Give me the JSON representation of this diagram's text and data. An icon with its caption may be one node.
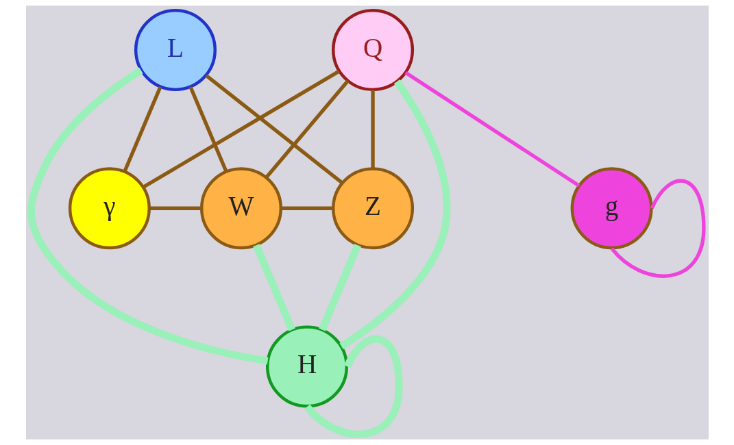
{
  "diagram": {
    "nodes": [
      {
        "text": [
          "L"
        ]
      },
      {
        "text": [
          "Q"
        ]
      },
      {
        "text": [
          "γ"
        ]
      },
      {
        "text": [
          "W"
        ]
      },
      {
        "text": [
          "Z"
        ]
      },
      {
        "text": [
          "g"
        ]
      },
      {
        "text": [
          "H"
        ]
      }
    ],
    "edges": [
      {
        "from": 0,
        "to": 2,
        "arrow": "none"
      },
      {
        "from": 0,
        "to": 3,
        "arrow": "none"
      },
      {
        "from": 0,
        "to": 4,
        "arrow": "none"
      },
      {
        "from": 1,
        "to": 2,
        "arrow": "none"
      },
      {
        "from": 1,
        "to": 3,
        "arrow": "none"
      },
      {
        "from": 1,
        "to": 4,
        "arrow": "none"
      },
      {
        "from": 2,
        "to": 3,
        "arrow": "none"
      },
      {
        "from": 3,
        "to": 4,
        "arrow": "none"
      },
      {
        "from": 1,
        "to": 5,
        "arrow": "none",
        "color": "#ee44dd"
      },
      {
        "from": 5,
        "to": 5,
        "arrow": "none",
        "color": "#ee44dd"
      },
      {
        "from": 0,
        "to": 6,
        "arrow": "none",
        "style": "thick",
        "color": "#99f0b8"
      },
      {
        "from": 3,
        "to": 6,
        "arrow": "none",
        "style": "thick",
        "color": "#99f0b8"
      },
      {
        "from": 4,
        "to": 6,
        "arrow": "none",
        "style": "thick",
        "color": "#99f0b8"
      },
      {
        "from": 1,
        "to": 6,
        "arrow": "none",
        "style": "thick",
        "color": "#99f0b8"
      },
      {
        "from": 6,
        "to": 6,
        "arrow": "none",
        "style": "thick",
        "color": "#99f0b8"
      }
    ]
  }
}
